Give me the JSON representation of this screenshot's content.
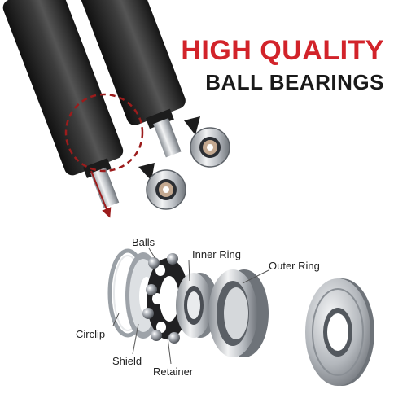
{
  "headline": {
    "line1": "HIGH QUALITY",
    "line2": "BALL BEARINGS"
  },
  "labels": {
    "balls": "Balls",
    "inner_ring": "Inner Ring",
    "outer_ring": "Outer Ring",
    "circlip": "Circlip",
    "shield": "Shield",
    "retainer": "Retainer"
  },
  "colors": {
    "headline_red": "#d2232a",
    "headline_dark": "#1a1a1a",
    "callout_red": "#9c1c1c",
    "handle_black": "#2a2a2a",
    "metal": "#c9ccd0"
  }
}
